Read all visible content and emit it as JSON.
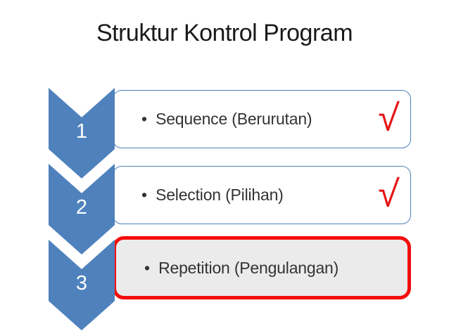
{
  "slide": {
    "title": "Struktur Kontrol Program"
  },
  "diagram": {
    "items": [
      {
        "number": "1",
        "bullet": "•",
        "label": "Sequence (Berurutan)",
        "check": "√"
      },
      {
        "number": "2",
        "bullet": "•",
        "label": "Selection (Pilihan)",
        "check": "√"
      },
      {
        "number": "3",
        "bullet": "•",
        "label": "Repetition (Pengulangan)"
      }
    ]
  },
  "colors": {
    "chevron_blue": "#4F81BD",
    "box_border_blue": "#4F81BD",
    "highlight_red": "#F50D0D",
    "highlight_fill": "#EBEBEB",
    "check_red": "#E51616",
    "title_text": "#1A1A1A",
    "body_text": "#333333",
    "number_text": "#FFFFFF"
  }
}
